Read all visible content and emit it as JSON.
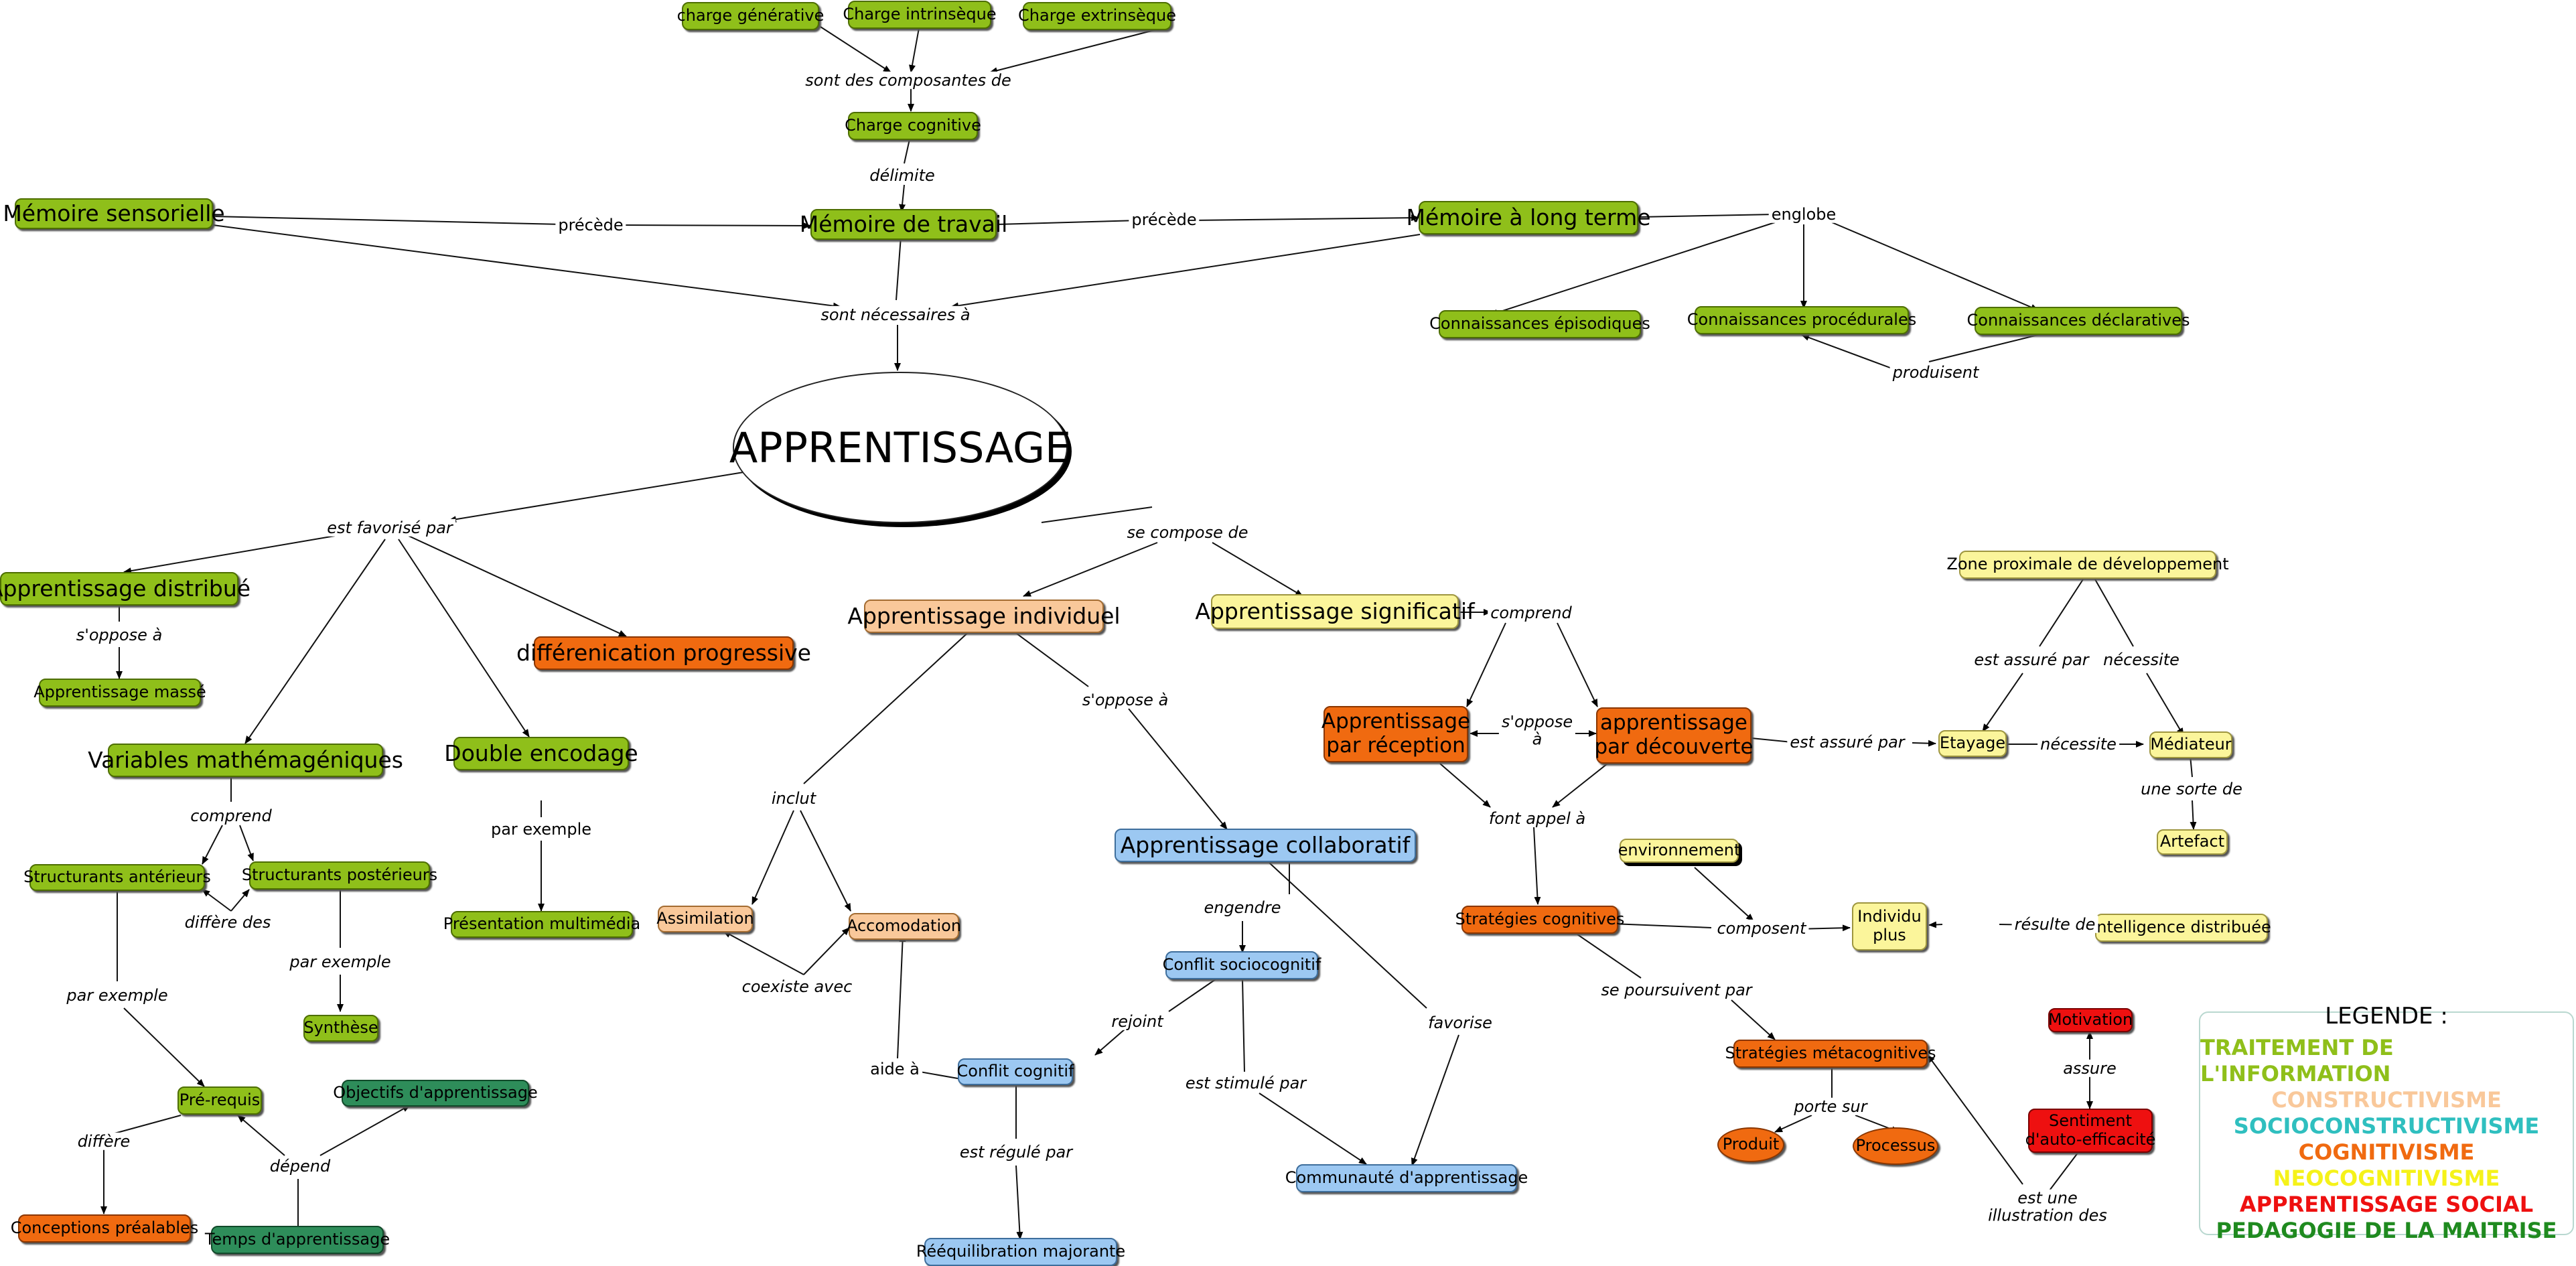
{
  "nodes": {
    "charge_generative": "charge générative",
    "charge_intrinseque": "Charge intrinsèque",
    "charge_extrinseque": "Charge extrinsèque",
    "charge_cognitive": "Charge cognitive",
    "memoire_sensorielle": "Mémoire sensorielle",
    "memoire_travail": "Mémoire de travail",
    "memoire_long_terme": "Mémoire à long terme",
    "connaissances_episodiques": "Connaissances épisodiques",
    "connaissances_procedurales": "Connaissances procédurales",
    "connaissances_declaratives": "Connaissances déclaratives",
    "apprentissage": "APPRENTISSAGE",
    "apprentissage_distribue": "Apprentissage distribué",
    "apprentissage_masse": "Apprentissage massé",
    "differenciation_progressive": "différenication progressive",
    "variables_mathemageniques": "Variables mathémagéniques",
    "double_encodage": "Double encodage",
    "presentation_multimedia": "Présentation multimédia",
    "structurants_anterieurs": "Structurants antérieurs",
    "structurants_posterieurs": "Structurants postérieurs",
    "synthese": "Synthèse",
    "pre_requis": "Pré-requis",
    "objectifs_apprentissage": "Objectifs d'apprentissage",
    "conceptions_prealables": "Conceptions préalables",
    "temps_apprentissage": "Temps d'apprentissage",
    "apprentissage_individuel": "Apprentissage individuel",
    "assimilation": "Assimilation",
    "accomodation": "Accomodation",
    "apprentissage_collaboratif": "Apprentissage collaboratif",
    "conflit_sociocognitif": "Conflit sociocognitif",
    "conflit_cognitif": "Conflit cognitif",
    "reequilibration_majorante": "Rééquilibration majorante",
    "communaute_apprentissage": "Communauté d'apprentissage",
    "apprentissage_significatif": "Apprentissage significatif",
    "apprentissage_reception": "Apprentissage\npar réception",
    "apprentissage_decouverte": "apprentissage\npar découverte",
    "strategies_cognitives": "Stratégies cognitives",
    "environnement": "environnement",
    "individu_plus": "Individu\nplus",
    "intelligence_distribuee": "Intelligence distribuée",
    "strategies_metacognitives": "Stratégies métacognitives",
    "produit": "Produit",
    "processus": "Processus",
    "zone_proximale": "Zone proximale de développement",
    "etayage": "Etayage",
    "mediateur": "Médiateur",
    "artefact": "Artefact",
    "motivation": "Motivation",
    "sentiment_auto_efficacite": "Sentiment\nd'auto-efficacité"
  },
  "links": {
    "sont_des_composantes_de": "sont des composantes de",
    "delimite": "délimite",
    "precede_1": "précède",
    "precede_2": "précède",
    "englobe": "englobe",
    "produisent": "produisent",
    "sont_necessaires_a": "sont nécessaires à",
    "est_favorise_par": "est favorisé par",
    "se_compose_de": "se compose de",
    "s_oppose_a_1": "s'oppose à",
    "comprend_1": "comprend",
    "differe_des": "diffère des",
    "par_exemple_1": "par exemple",
    "par_exemple_2": "par exemple",
    "par_exemple_3": "par exemple",
    "differe": "diffère",
    "depend": "dépend",
    "inclut": "inclut",
    "coexiste_avec": "coexiste avec",
    "s_oppose_a_2": "s'oppose à",
    "engendre": "engendre",
    "rejoint": "rejoint",
    "aide_a": "aide à",
    "est_stimule_par": "est stimulé par",
    "favorise": "favorise",
    "est_regule_par": "est régulé par",
    "comprend_2": "comprend",
    "s_oppose_a_3": "s'oppose\nà",
    "est_assure_par_1": "est assuré par",
    "font_appel_a": "font appel à",
    "composent": "composent",
    "resulte_de": "résulte de",
    "se_poursuivent_par": "se poursuivent par",
    "porte_sur": "porte sur",
    "est_assure_par_2": "est assuré par",
    "necessite_1": "nécessite",
    "necessite_2": "nécessite",
    "une_sorte_de": "une sorte de",
    "assure": "assure",
    "est_une_illustration_des": "est une\nillustration des"
  },
  "legend": {
    "title": "LEGENDE :",
    "items": [
      {
        "label": "TRAITEMENT DE L'INFORMATION",
        "color": "#8fbf1a"
      },
      {
        "label": "CONSTRUCTIVISME",
        "color": "#f9c89a"
      },
      {
        "label": "SOCIOCONSTRUCTIVISME",
        "color": "#2fbfbf"
      },
      {
        "label": "COGNITIVISME",
        "color": "#f06a10"
      },
      {
        "label": "NEOCOGNITIVISME",
        "color": "#f5f21a"
      },
      {
        "label": "APPRENTISSAGE SOCIAL",
        "color": "#ee1010"
      },
      {
        "label": "PEDAGOGIE DE LA MAITRISE",
        "color": "#1f8a1f"
      }
    ]
  },
  "colors": {
    "traitement_information": "#8fbf1a",
    "constructivisme": "#f9c89a",
    "neocognitivisme": "#fbf59b",
    "cognitivisme": "#f06a10",
    "socioconstructivisme_nodes": "#9cc8f2",
    "apprentissage_social": "#ee1010",
    "pedagogie_maitrise": "#2e8d5a"
  }
}
